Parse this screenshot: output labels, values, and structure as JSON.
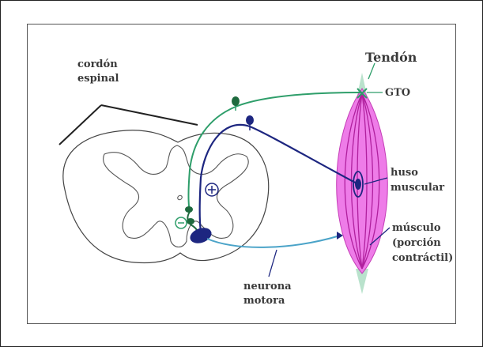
{
  "labels": {
    "spinal_cord_line1": "cordón",
    "spinal_cord_line2": "espinal",
    "tendon": "Tendón",
    "gto": "GTO",
    "spindle_line1": "huso",
    "spindle_line2": "muscular",
    "muscle_line1": "músculo",
    "muscle_line2": "(porción",
    "muscle_line3": "contráctil)",
    "motor_neuron_line1": "neurona",
    "motor_neuron_line2": "motora"
  },
  "colors": {
    "gto_afferent": "#2e9e6a",
    "spindle_afferent": "#1d2680",
    "motor_neuron": "#4aa3c8",
    "muscle_fill": "#ee7ce8",
    "muscle_stripes": "#b0209e",
    "tendon": "#b9e2cc",
    "spinal_cord_outline": "#444444"
  },
  "icons": {
    "excitatory_synapse": "circle-plus-icon",
    "inhibitory_synapse": "circle-minus-icon"
  }
}
